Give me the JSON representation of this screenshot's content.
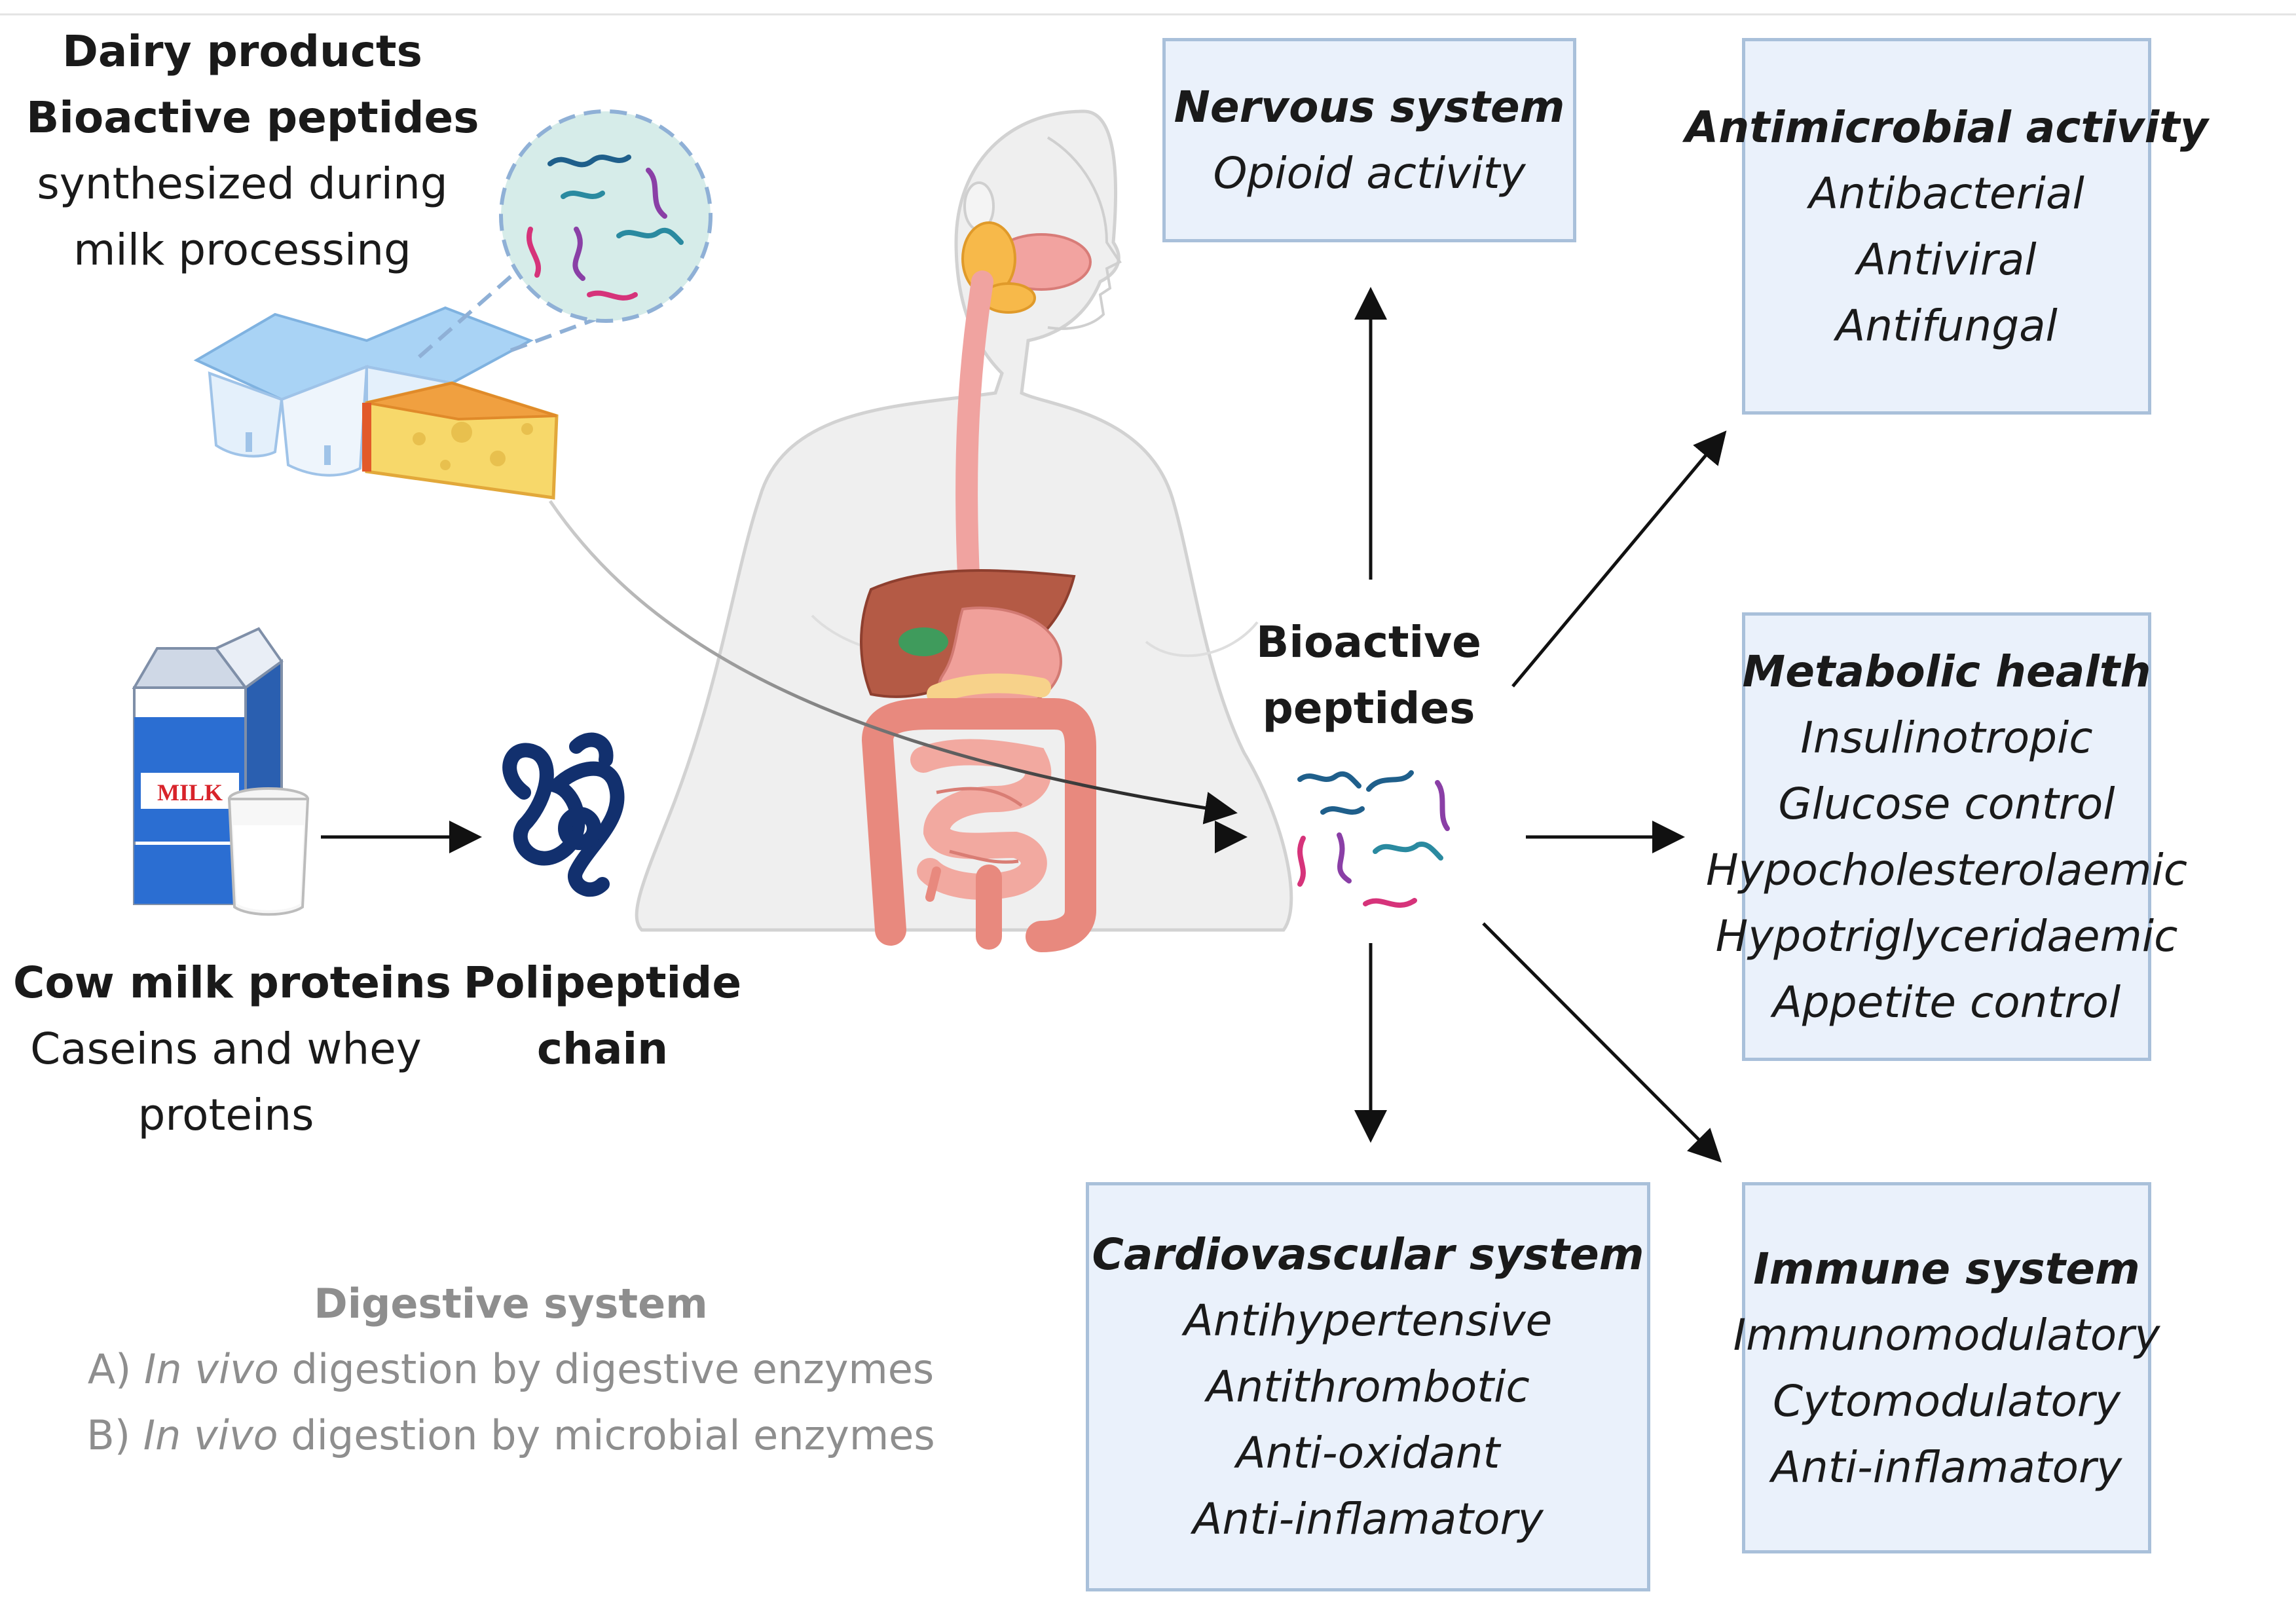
{
  "dairy": {
    "line1": "Dairy products",
    "line2": "Bioactive peptides",
    "line3": "synthesized during",
    "line4": "milk processing"
  },
  "cow_milk": {
    "title": "Cow milk proteins",
    "line2": "Caseins and whey",
    "line3": "proteins"
  },
  "polipeptide": {
    "line1": "Polipeptide",
    "line2": "chain"
  },
  "bioactive": {
    "line1": "Bioactive",
    "line2": "peptides"
  },
  "milk_carton_label": "MILK",
  "digestive": {
    "title": "Digestive system",
    "a_prefix": "A)",
    "a_italic": "In vivo",
    "a_rest": "digestion by digestive enzymes",
    "b_prefix": "B)",
    "b_italic": "In vivo",
    "b_rest": "digestion by microbial enzymes"
  },
  "boxes": {
    "nervous": {
      "title": "Nervous system",
      "items": [
        "Opioid activity"
      ]
    },
    "antimicrobial": {
      "title": "Antimicrobial activity",
      "items": [
        "Antibacterial",
        "Antiviral",
        "Antifungal"
      ]
    },
    "metabolic": {
      "title": "Metabolic health",
      "items": [
        "Insulinotropic",
        "Glucose control",
        "Hypocholesterolaemic",
        "Hypotriglyceridaemic",
        "Appetite control"
      ]
    },
    "cardiovascular": {
      "title": "Cardiovascular system",
      "items": [
        "Antihypertensive",
        "Antithrombotic",
        "Anti-oxidant",
        "Anti-inflamatory"
      ]
    },
    "immune": {
      "title": "Immune system",
      "items": [
        "Immunomodulatory",
        "Cytomodulatory",
        "Anti-inflamatory"
      ]
    }
  },
  "colors": {
    "box_fill": "#eaf1fb",
    "box_border": "#a9c0da",
    "peptide_blue": "#1f5f8b",
    "peptide_teal": "#2a8aa0",
    "peptide_pink": "#d6337a",
    "peptide_purple": "#8a3fa6",
    "gray_text": "#8e8e8e"
  }
}
